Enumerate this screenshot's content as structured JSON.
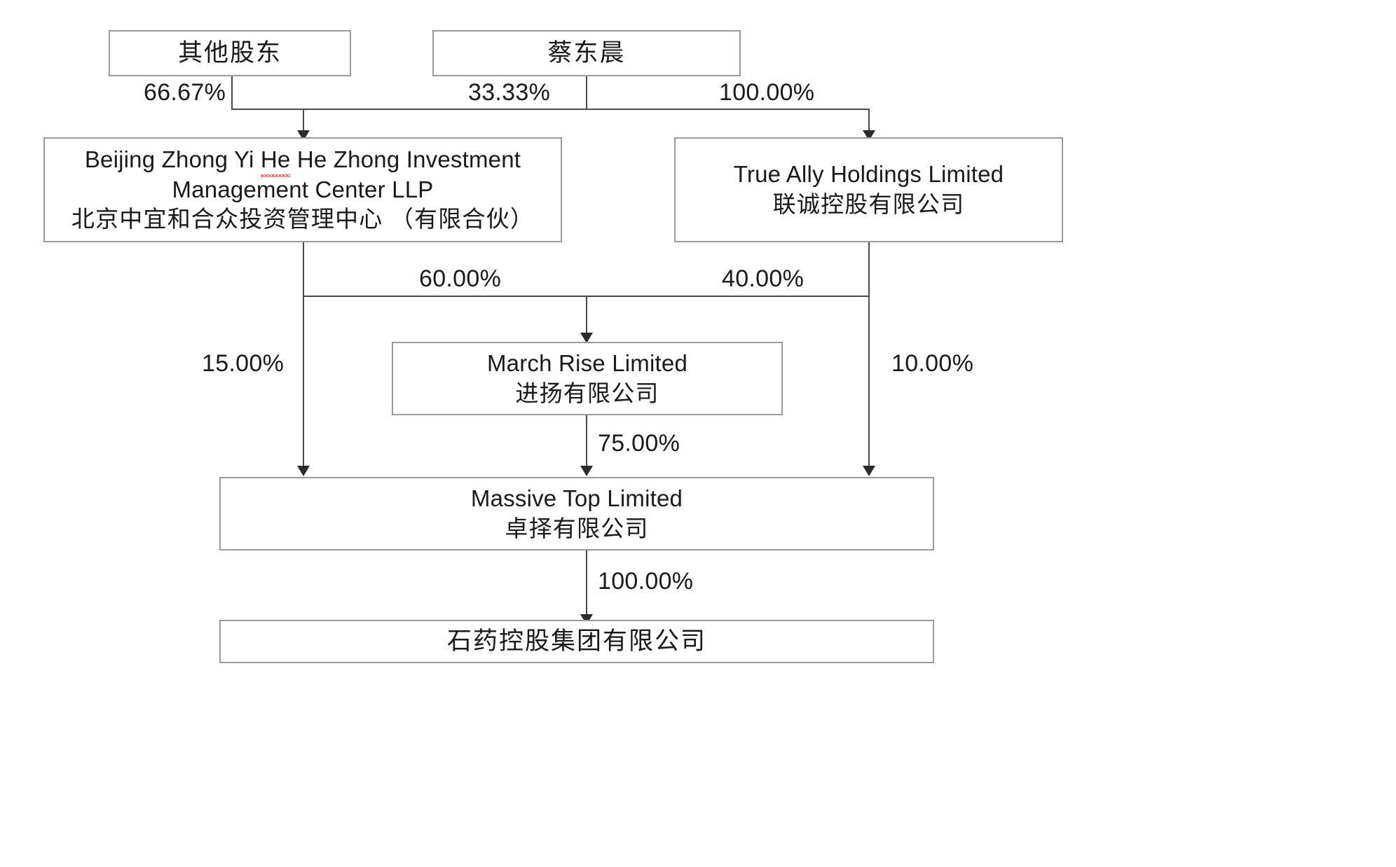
{
  "diagram": {
    "title": "Shareholding structure chart",
    "accent_color": "#9a9a9a",
    "line_color": "#4a4a4a",
    "spellcheck_color": "#d64a4a"
  },
  "nodes": {
    "other_shareholders": {
      "line1": "其他股东"
    },
    "cai_dongchen": {
      "line1": "蔡东晨"
    },
    "beijing_llp": {
      "line1_a": "Beijing Zhong Yi ",
      "line1_b": "He",
      "line1_c": " He Zhong Investment",
      "line2": "Management Center LLP",
      "line3": "北京中宜和合众投资管理中心 （有限合伙）"
    },
    "true_ally": {
      "line1": "True Ally Holdings Limited",
      "line2": "联诚控股有限公司"
    },
    "march_rise": {
      "line1": "March Rise Limited",
      "line2": "进扬有限公司"
    },
    "massive_top": {
      "line1": "Massive Top Limited",
      "line2": "卓择有限公司"
    },
    "cspc_holdings": {
      "line1": "石药控股集团有限公司"
    }
  },
  "edges": {
    "other_to_beijing": "66.67%",
    "cai_to_beijing": "33.33%",
    "cai_to_trueally": "100.00%",
    "beijing_to_marchrise": "60.00%",
    "trueally_to_marchrise": "40.00%",
    "beijing_to_massivetop": "15.00%",
    "trueally_to_massivetop": "10.00%",
    "marchrise_to_massivetop": "75.00%",
    "massivetop_to_cspc": "100.00%"
  }
}
